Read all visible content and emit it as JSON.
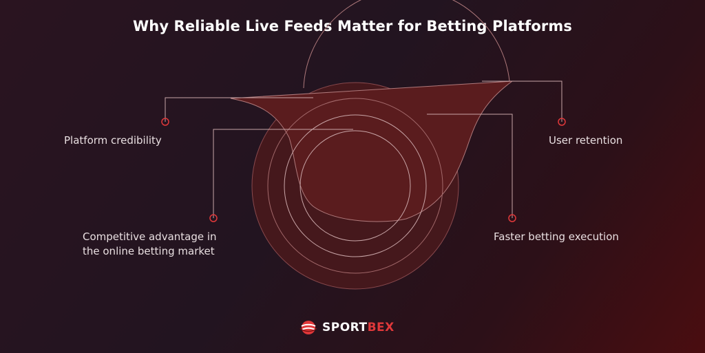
{
  "title": "Why Reliable Live Feeds Matter for Betting Platforms",
  "labels": {
    "platform_credibility": "Platform credibility",
    "user_retention": "User retention",
    "competitive_line1": "Competitive advantage in",
    "competitive_line2": "the online betting market",
    "faster_execution": "Faster betting execution"
  },
  "logo": {
    "part1": "SPORT",
    "part2": "BEX",
    "icon": "sportbex-ball-logo-icon"
  },
  "colors": {
    "accent": "#e0383a",
    "line": "#c9a6a8",
    "shape_fill": "#4d1a1c"
  }
}
